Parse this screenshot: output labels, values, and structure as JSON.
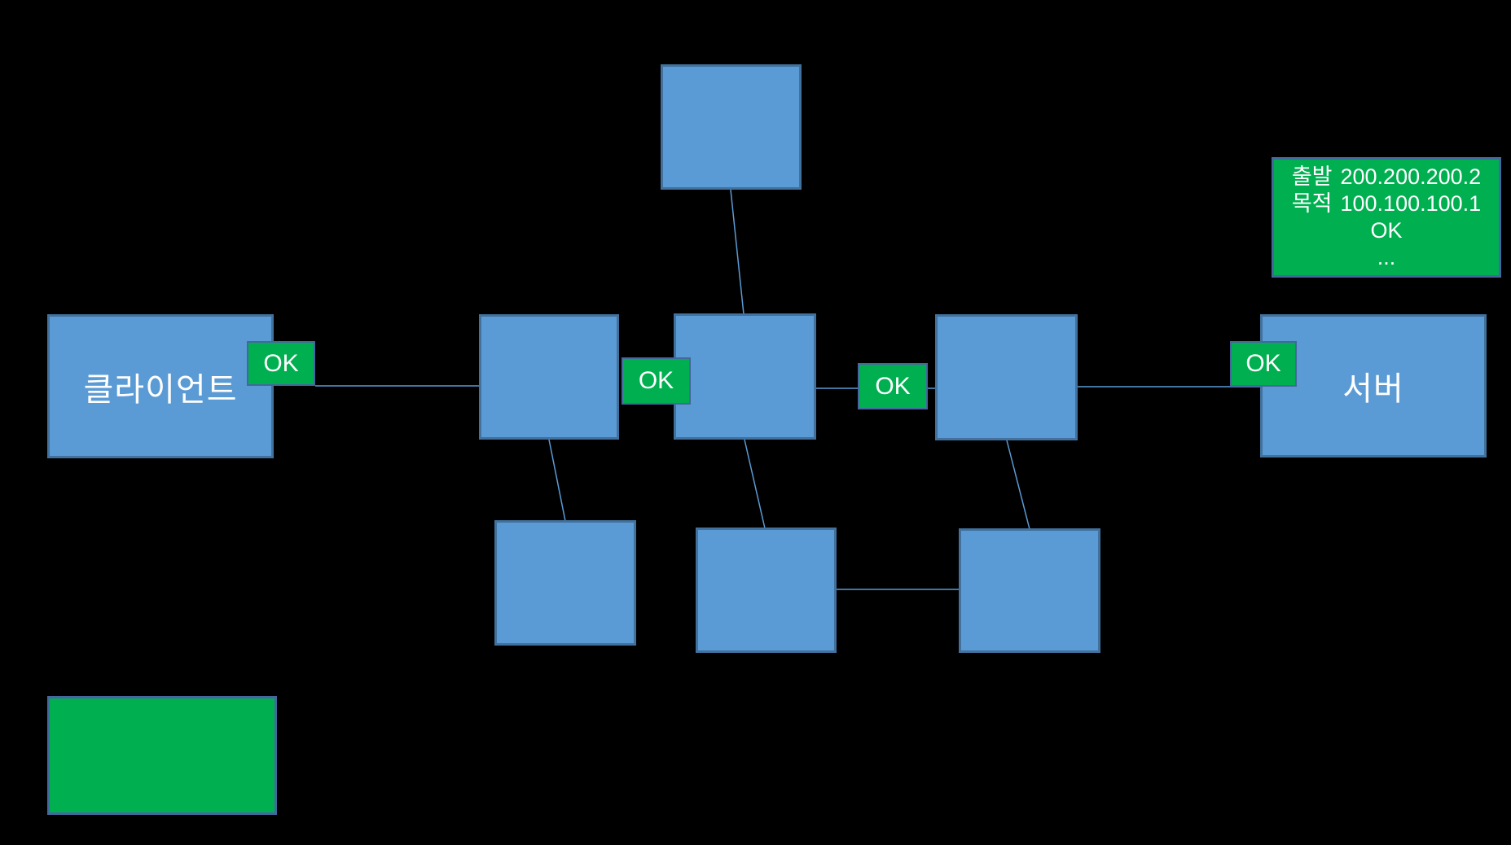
{
  "background_color": "#000000",
  "colors": {
    "node_fill": "#5B9BD5",
    "node_border": "#41719C",
    "green_fill": "#00B050",
    "green_border": "#44679E",
    "connector": "#5B9BD5",
    "text": "#FFFFFF"
  },
  "nodes": {
    "client": {
      "label": "클라이언트"
    },
    "server": {
      "label": "서버"
    }
  },
  "ok_badges": [
    "OK",
    "OK",
    "OK",
    "OK"
  ],
  "packet_info": {
    "source_label": "출발",
    "source_ip": "200.200.200.2",
    "dest_label": "목적",
    "dest_ip": "100.100.100.1",
    "status": "OK",
    "ellipsis": "..."
  }
}
